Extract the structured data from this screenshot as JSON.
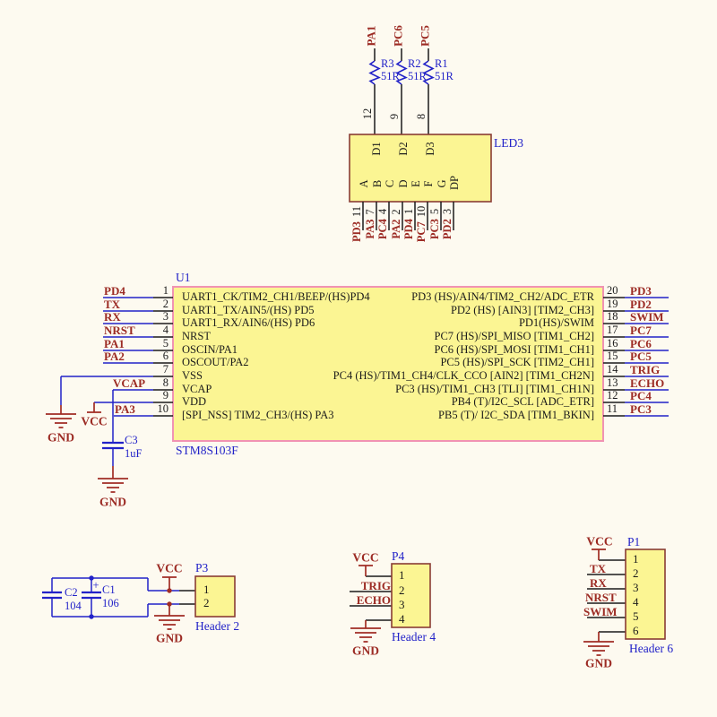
{
  "colors": {
    "background": "#fdfaf0",
    "component_fill": "#fbf593",
    "mcu_border": "#f193b3",
    "part_border": "#8a3c34",
    "wire_blue": "#2222c8",
    "net_label_red": "#9c2b24",
    "text_black": "#1b1b1b"
  },
  "power": {
    "vcc": "VCC",
    "gnd": "GND"
  },
  "led": {
    "designator": "LED3",
    "top_nets": [
      "PA1",
      "PC6",
      "PC5"
    ],
    "top_pin_numbers": [
      "12",
      "9",
      "8"
    ],
    "resistors": [
      {
        "ref": "R3",
        "value": "51R"
      },
      {
        "ref": "R2",
        "value": "51R"
      },
      {
        "ref": "R1",
        "value": "51R"
      }
    ],
    "digits": [
      "D1",
      "D2",
      "D3"
    ],
    "segments": [
      "A",
      "B",
      "C",
      "D",
      "E",
      "F",
      "G",
      "DP"
    ],
    "bottom_pins": [
      {
        "num": "11",
        "net": "PD3"
      },
      {
        "num": "7",
        "net": "PA3"
      },
      {
        "num": "4",
        "net": "PC4"
      },
      {
        "num": "2",
        "net": "PA2"
      },
      {
        "num": "1",
        "net": "PD4"
      },
      {
        "num": "10",
        "net": "PC7"
      },
      {
        "num": "5",
        "net": "PC3"
      },
      {
        "num": "3",
        "net": "PD2"
      }
    ]
  },
  "mcu": {
    "designator": "U1",
    "part": "STM8S103F",
    "left_pins": [
      {
        "num": "1",
        "net": "PD4",
        "name": "UART1_CK/TIM2_CH1/BEEP/(HS)PD4"
      },
      {
        "num": "2",
        "net": "TX",
        "name": "UART1_TX/AIN5/(HS) PD5"
      },
      {
        "num": "3",
        "net": "RX",
        "name": "UART1_RX/AIN6/(HS) PD6"
      },
      {
        "num": "4",
        "net": "NRST",
        "name": "NRST"
      },
      {
        "num": "5",
        "net": "PA1",
        "name": "OSCIN/PA1"
      },
      {
        "num": "6",
        "net": "PA2",
        "name": "OSCOUT/PA2"
      },
      {
        "num": "7",
        "net": "",
        "name": "VSS"
      },
      {
        "num": "8",
        "net": "VCAP",
        "name": "VCAP"
      },
      {
        "num": "9",
        "net": "",
        "name": "VDD"
      },
      {
        "num": "10",
        "net": "PA3",
        "name": "[SPI_NSS] TIM2_CH3/(HS) PA3"
      }
    ],
    "right_pins": [
      {
        "num": "20",
        "net": "PD3",
        "name": "PD3 (HS)/AIN4/TIM2_CH2/ADC_ETR"
      },
      {
        "num": "19",
        "net": "PD2",
        "name": "PD2 (HS) [AIN3] [TIM2_CH3]"
      },
      {
        "num": "18",
        "net": "SWIM",
        "name": "PD1(HS)/SWIM"
      },
      {
        "num": "17",
        "net": "PC7",
        "name": "PC7 (HS)/SPI_MISO [TIM1_CH2]"
      },
      {
        "num": "16",
        "net": "PC6",
        "name": "PC6 (HS)/SPI_MOSI [TIM1_CH1]"
      },
      {
        "num": "15",
        "net": "PC5",
        "name": "PC5 (HS)/SPI_SCK [TIM2_CH1]"
      },
      {
        "num": "14",
        "net": "TRIG",
        "name": "PC4 (HS)/TIM1_CH4/CLK_CCO [AIN2] [TIM1_CH2N]"
      },
      {
        "num": "13",
        "net": "ECHO",
        "name": "PC3 (HS)/TIM1_CH3 [TLI] [TIM1_CH1N]"
      },
      {
        "num": "12",
        "net": "PC4",
        "name": "PB4 (T)/I2C_SCL [ADC_ETR]"
      },
      {
        "num": "11",
        "net": "PC3",
        "name": "PB5 (T)/ I2C_SDA [TIM1_BKIN]"
      }
    ]
  },
  "c3": {
    "ref": "C3",
    "value": "1uF"
  },
  "caps": {
    "c1": {
      "ref": "C1",
      "value": "106",
      "polarity": "+"
    },
    "c2": {
      "ref": "C2",
      "value": "104"
    }
  },
  "p3": {
    "designator": "P3",
    "type": "Header 2",
    "pins": [
      "1",
      "2"
    ]
  },
  "p4": {
    "designator": "P4",
    "type": "Header 4",
    "pins": [
      "1",
      "2",
      "3",
      "4"
    ],
    "nets": [
      "TRIG",
      "ECHO"
    ]
  },
  "p1": {
    "designator": "P1",
    "type": "Header 6",
    "pins": [
      "1",
      "2",
      "3",
      "4",
      "5",
      "6"
    ],
    "nets": [
      "TX",
      "RX",
      "NRST",
      "SWIM"
    ]
  }
}
